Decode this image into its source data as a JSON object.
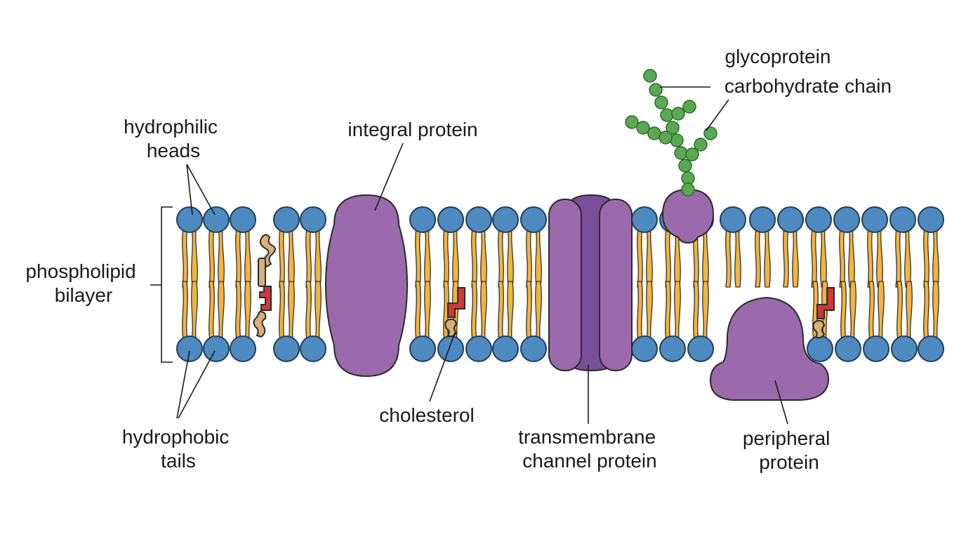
{
  "labels": {
    "hydrophilic_heads": [
      "hydrophilic",
      "heads"
    ],
    "integral_protein": "integral protein",
    "glycoprotein": "glycoprotein",
    "carbohydrate_chain": "carbohydrate chain",
    "phospholipid_bilayer": [
      "phospholipid",
      "bilayer"
    ],
    "cholesterol": "cholesterol",
    "transmembrane_channel_protein": [
      "transmembrane",
      "channel protein"
    ],
    "peripheral_protein": [
      "peripheral",
      "protein"
    ],
    "hydrophobic_tails": [
      "hydrophobic",
      "tails"
    ]
  },
  "colors": {
    "head_fill": "#4e8ac0",
    "tail_fill": "#f2b43c",
    "protein_fill": "#9a6aac",
    "channel_core": "#7a4f9a",
    "carbohydrate": "#5aa853",
    "cholesterol_red": "#cc3a3a",
    "cholesterol_tan": "#d9b07a"
  }
}
